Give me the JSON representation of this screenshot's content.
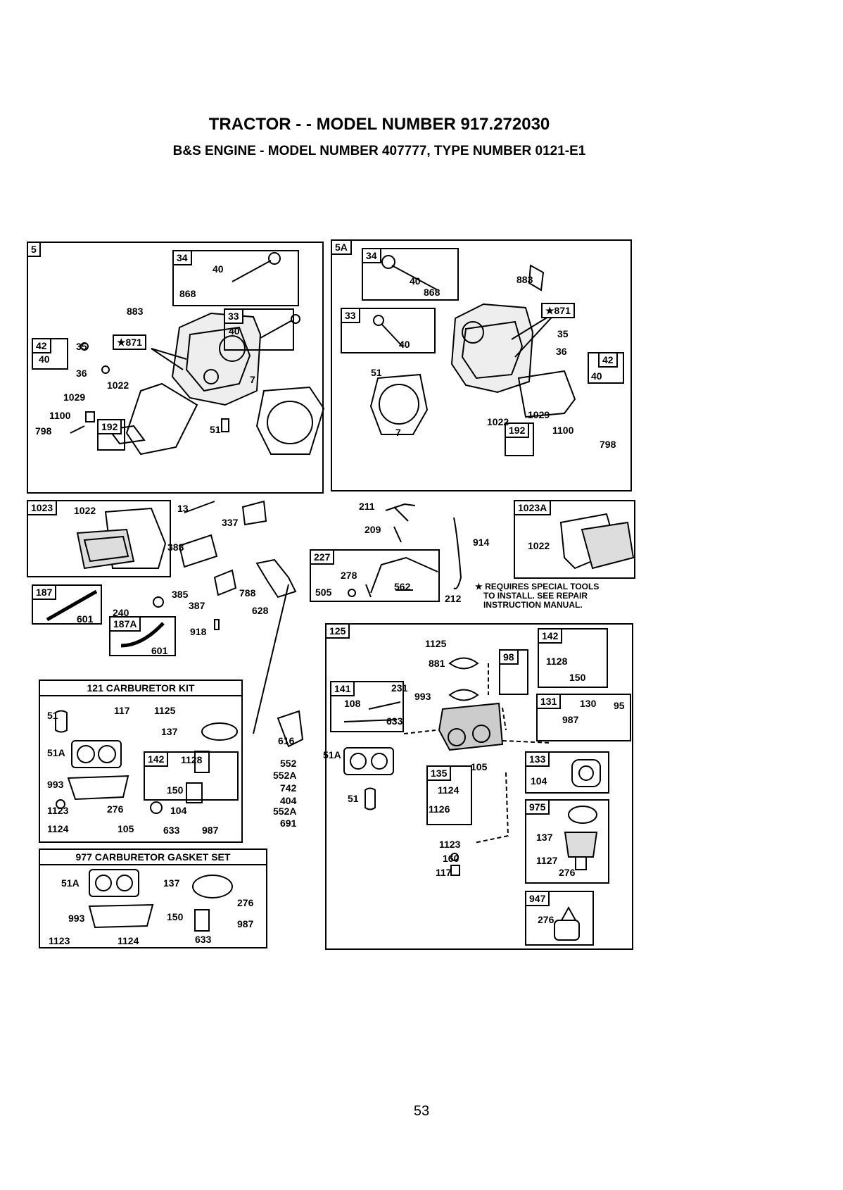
{
  "header": {
    "title": "TRACTOR - - MODEL NUMBER 917.272030",
    "subtitle": "B&S ENGINE - MODEL NUMBER 407777, TYPE NUMBER 0121-E1"
  },
  "boxes": {
    "b5": "5",
    "b34": "34",
    "b33": "33",
    "b42": "42",
    "b871": "★871",
    "b192": "192",
    "b5A": "5A",
    "b34r": "34",
    "b33r": "33",
    "b871r": "★871",
    "b42r": "42",
    "b192r": "192",
    "b1023": "1023",
    "b187": "187",
    "b187A": "187A",
    "b227": "227",
    "b1023A": "1023A",
    "b125": "125",
    "b142": "142",
    "b98": "98",
    "b141": "141",
    "b131": "131",
    "b133": "133",
    "b135": "135",
    "b975": "975",
    "b947": "947",
    "b142k": "142"
  },
  "kits": {
    "carb_kit": "121 CARBURETOR KIT",
    "gasket_set": "977 CARBURETOR GASKET SET"
  },
  "note": {
    "line1": "★ REQUIRES SPECIAL TOOLS",
    "line2": "TO INSTALL. SEE REPAIR",
    "line3": "INSTRUCTION MANUAL."
  },
  "labels": {
    "l40a": "40",
    "l868a": "868",
    "l883a": "883",
    "l35a": "35",
    "l40b": "40",
    "l36a": "36",
    "l1022a": "1022",
    "l1029a": "1029",
    "l1100a": "1100",
    "l798a": "798",
    "l7a": "7",
    "l51a": "51",
    "l40c": "40",
    "l883r": "883",
    "l40r": "40",
    "l868r": "868",
    "l40r2": "40",
    "l51r": "51",
    "l7r": "7",
    "l35r": "35",
    "l36r": "36",
    "l40r3": "40",
    "l1022r": "1022",
    "l1029r": "1029",
    "l1100r": "1100",
    "l798r": "798",
    "l1022c": "1022",
    "l13": "13",
    "l337": "337",
    "l383": "383",
    "l385": "385",
    "l788": "788",
    "l387": "387",
    "l628": "628",
    "l240": "240",
    "l601a": "601",
    "l601b": "601",
    "l918": "918",
    "l211": "211",
    "l209": "209",
    "l278": "278",
    "l562": "562",
    "l505": "505",
    "l212": "212",
    "l914": "914",
    "l1022d": "1022",
    "k51": "51",
    "k117": "117",
    "k1125": "1125",
    "k137": "137",
    "k51A": "51A",
    "k1128": "1128",
    "k993": "993",
    "k150": "150",
    "k1123": "1123",
    "k276": "276",
    "k104": "104",
    "k1124": "1124",
    "k105": "105",
    "k633": "633",
    "k987": "987",
    "m616": "616",
    "m552": "552",
    "m552A": "552A",
    "m742": "742",
    "m404": "404",
    "m552A2": "552A",
    "m691": "691",
    "g51A": "51A",
    "g137": "137",
    "g276": "276",
    "g993": "993",
    "g150": "150",
    "g987": "987",
    "g1123": "1123",
    "g1124": "1124",
    "g633": "633",
    "c1125": "1125",
    "c881": "881",
    "c993": "993",
    "c231": "231",
    "c108": "108",
    "c633": "633",
    "c1128": "1128",
    "c150": "150",
    "c130": "130",
    "c95": "95",
    "c987": "987",
    "c51A": "51A",
    "c105": "105",
    "c51": "51",
    "c1124": "1124",
    "c1126": "1126",
    "c104": "104",
    "c1123": "1123",
    "c160": "160",
    "c117": "117",
    "c137": "137",
    "c1127": "1127",
    "c276": "276",
    "c276b": "276"
  },
  "page_number": "53"
}
